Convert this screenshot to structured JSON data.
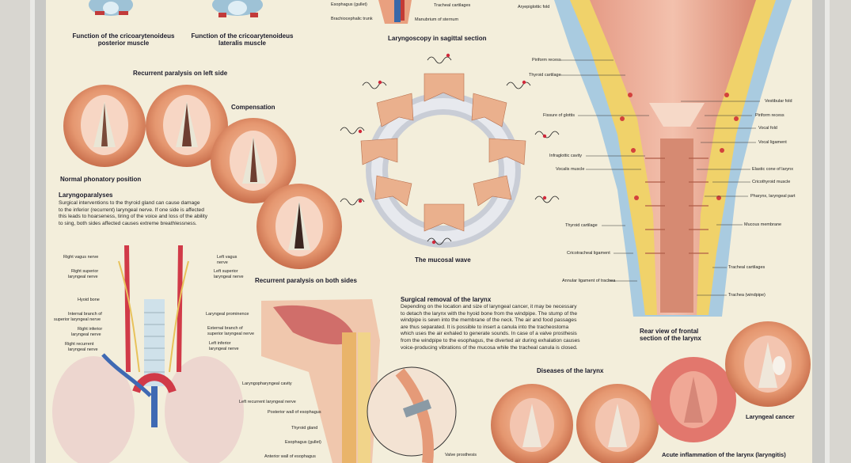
{
  "top": {
    "cap_posterior": [
      "Function of the cricoarytenoideus",
      "posterior muscle"
    ],
    "cap_lateralis": [
      "Function of the cricoarytenoideus",
      "lateralis muscle"
    ],
    "labels_top": [
      "Esophagus (gullet)",
      "Brachiocephalic trunk",
      "Tracheal cartilages",
      "Manubrium of sternum",
      "Aryepiglottic fold"
    ],
    "laryngoscopy": "Laryngoscopy in sagittal section"
  },
  "left": {
    "recurrent_left": "Recurrent paralysis on left side",
    "compensation": "Compensation",
    "normal": "Normal phonatory position",
    "laryngoparalyses_title": "Laryngoparalyses",
    "laryngoparalyses_text": [
      "Surgical interventions to the thyroid gland can cause damage",
      "to the inferior (recurrent) laryngeal nerve. If one side is affected",
      "this leads to hoarseness, tiring of the voice and loss of the ability",
      "to sing, both sides affected causes extreme breathlessness."
    ],
    "recurrent_both": "Recurrent paralysis on both sides"
  },
  "nerves": {
    "left_labels": [
      "Right vagus nerve",
      "Right superior",
      "laryngeal nerve",
      "Hyoid bone",
      "Internal branch of",
      "superior laryngeal nerve",
      "Right inferior",
      "laryngeal nerve",
      "Right recurrent",
      "laryngeal nerve"
    ],
    "right_labels": [
      "Left vagus",
      "nerve",
      "Left superior",
      "laryngeal nerve",
      "Laryngeal prominence",
      "External branch of",
      "superior laryngeal nerve",
      "Left inferior",
      "laryngeal nerve"
    ]
  },
  "mucosal": {
    "title": "The mucosal wave"
  },
  "surgical": {
    "title": "Surgical removal of the larynx",
    "text": [
      "Depending on the location and size of laryngeal cancer, it may be necessary",
      "to detach the larynx with the hyoid bone from the windpipe. The stump of the",
      "windpipe is sewn into the membrane of the neck. The air and food passages",
      "are thus separated. It is possible to insert a canula into the tracheostoma",
      "which uses the air exhaled to generate sounds. In case of a valve prosthesis",
      "from the windpipe to the esophagus, the diverted air during exhalation causes",
      "voice-producing vibrations of the mucosa while the tracheal canula is closed."
    ],
    "labels": [
      "Laryngopharyngeal cavity",
      "Left recurrent laryngeal nerve",
      "Posterior wall of esophagus",
      "Thyroid gland",
      "Esophagus (gullet)",
      "Anterior wall of esophagus",
      "Valve prosthesis"
    ]
  },
  "frontal": {
    "caption": [
      "Rear view of frontal",
      "section of the larynx"
    ],
    "left_labels": [
      "Piriform recess",
      "Thyroid cartilage",
      "Fissure of glottis",
      "Infraglottic cavity",
      "Vocalis muscle",
      "Thyroid cartilage",
      "Cricotracheal ligament",
      "Annular ligament of trachea"
    ],
    "right_labels": [
      "Vestibular fold",
      "Piriform recess",
      "Vocal fold",
      "Vocal ligament",
      "Elastic cone of larynx",
      "Cricothyroid muscle",
      "Pharynx, laryngeal part",
      "Mucous membrane",
      "Tracheal cartilages",
      "Trachea (windpipe)"
    ]
  },
  "diseases": {
    "title": "Diseases of the larynx",
    "cancer": "Laryngeal cancer",
    "inflammation": "Acute inflammation of the larynx (laryngitis)"
  }
}
